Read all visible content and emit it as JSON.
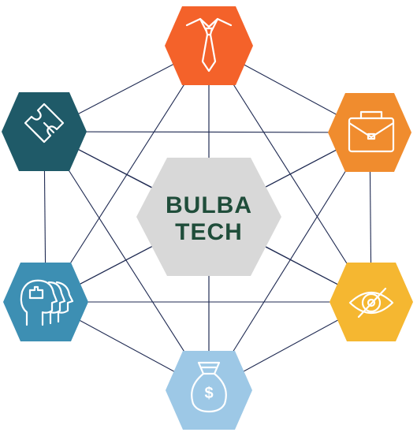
{
  "center": {
    "line1": "BULBA",
    "line2": "TECH",
    "fill": "#d8d8d8",
    "text_color": "#1f4d3a"
  },
  "nodes": [
    {
      "name": "tie-node",
      "icon": "shirt-tie-icon",
      "color": "#f4622a"
    },
    {
      "name": "briefcase-node",
      "icon": "briefcase-icon",
      "color": "#f08c2e"
    },
    {
      "name": "eye-target-node",
      "icon": "eye-target-icon",
      "color": "#f5b731"
    },
    {
      "name": "money-bag-node",
      "icon": "money-bag-icon",
      "color": "#9dc8e6"
    },
    {
      "name": "heads-puzzle-node",
      "icon": "heads-puzzle-icon",
      "color": "#3d8fb3"
    },
    {
      "name": "puzzle-node",
      "icon": "puzzle-icon",
      "color": "#1f5a68"
    }
  ],
  "line_color": "#1f2a52"
}
